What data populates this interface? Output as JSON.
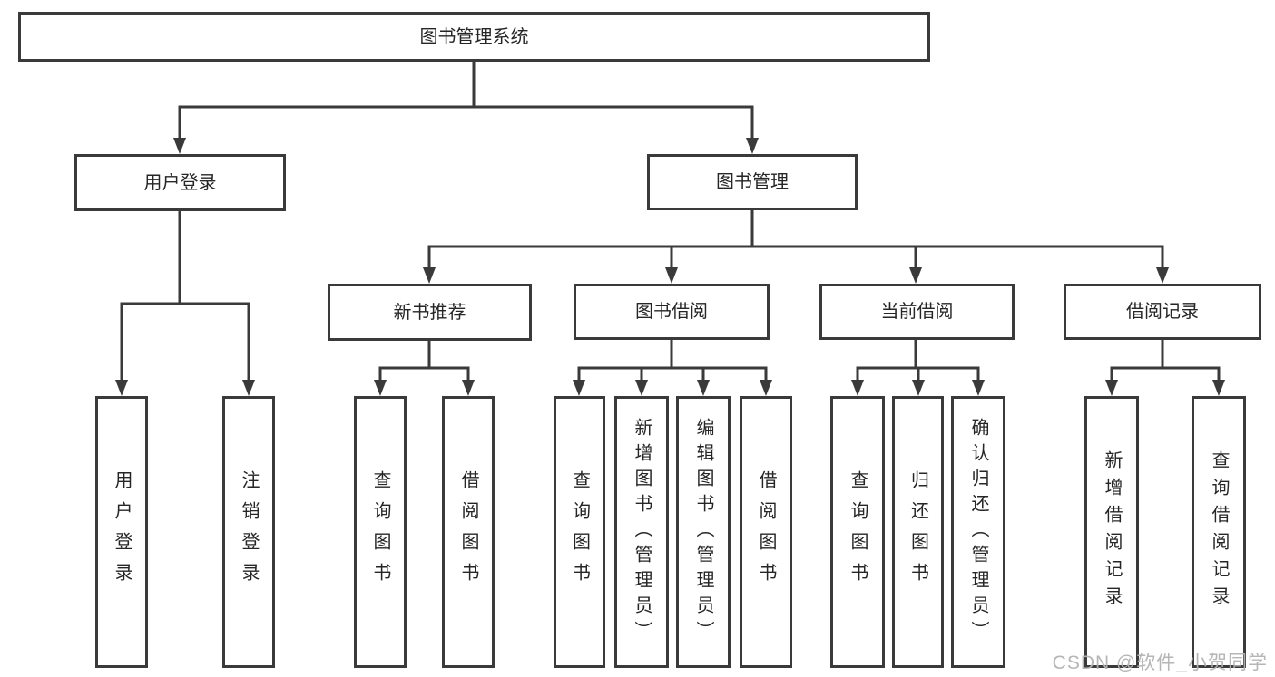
{
  "colors": {
    "line": "#3a3a3a",
    "box_border": "#3a3a3a",
    "text": "#262626",
    "watermark": "#b2b2b2",
    "background": "#ffffff"
  },
  "watermark": {
    "text": "CSDN @软件_小贺同学"
  },
  "tree": {
    "root": {
      "label": "图书管理系统",
      "children": [
        {
          "label": "用户登录",
          "children": [
            {
              "label": "用户登录"
            },
            {
              "label": "注销登录"
            }
          ]
        },
        {
          "label": "图书管理",
          "children": [
            {
              "label": "新书推荐",
              "children": [
                {
                  "label": "查询图书"
                },
                {
                  "label": "借阅图书"
                }
              ]
            },
            {
              "label": "图书借阅",
              "children": [
                {
                  "label": "查询图书"
                },
                {
                  "label": "新增图书（管理员）"
                },
                {
                  "label": "编辑图书（管理员）"
                },
                {
                  "label": "借阅图书"
                }
              ]
            },
            {
              "label": "当前借阅",
              "children": [
                {
                  "label": "查询图书"
                },
                {
                  "label": "归还图书"
                },
                {
                  "label": "确认归还（管理员）"
                }
              ]
            },
            {
              "label": "借阅记录",
              "children": [
                {
                  "label": "新增借阅记录"
                },
                {
                  "label": "查询借阅记录"
                }
              ]
            }
          ]
        }
      ]
    }
  }
}
